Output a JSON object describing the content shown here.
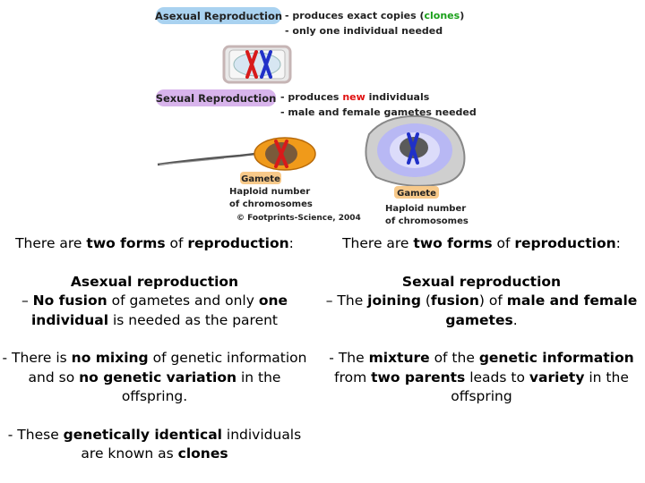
{
  "diagram": {
    "asexual_label": "Asexual Reproduction",
    "asexual_point1_pre": "- produces exact copies (",
    "asexual_point1_highlight": "clones",
    "asexual_point1_post": ")",
    "asexual_point2": "- only one individual needed",
    "sexual_label": "Sexual Reproduction",
    "sexual_point1_pre": "- produces ",
    "sexual_point1_highlight": "new",
    "sexual_point1_post": " individuals",
    "sexual_point2": "- male and female gametes needed",
    "sperm_gamete_label": "Gamete",
    "sperm_caption_line1": "Haploid number",
    "sperm_caption_line2": "of chromosomes",
    "copyright": "© Footprints-Science, 2004",
    "egg_gamete_label": "Gamete",
    "egg_caption_line1": "Haploid number",
    "egg_caption_line2": "of chromosomes",
    "colors": {
      "asexual_label_bg": "#a9d2f0",
      "sexual_label_bg": "#d8b4ec",
      "clones_text": "#1aa01a",
      "new_text": "#e01010",
      "gamete_label_bg": "#f7c98a",
      "chromosome_red": "#d81a1a",
      "chromosome_blue": "#2030c8",
      "sperm_orange": "#f09a1a",
      "egg_blue": "#9898f0"
    }
  },
  "left_column": {
    "intro_pre": "There are ",
    "intro_b1": "two forms",
    "intro_mid": " of ",
    "intro_b2": "reproduction",
    "intro_post": ":",
    "heading": "Asexual reproduction",
    "p1_pre": "– ",
    "p1_b1": "No fusion",
    "p1_mid1": " of gametes and only ",
    "p1_b2": "one individual",
    "p1_post": " is needed as the parent",
    "p2_pre": "- There is ",
    "p2_b1": "no mixing",
    "p2_mid1": " of genetic information and so ",
    "p2_b2": "no genetic variation",
    "p2_post": " in the offspring.",
    "p3_pre": "- These ",
    "p3_b1": "genetically identical",
    "p3_mid1": " individuals are known as ",
    "p3_b2": "clones"
  },
  "right_column": {
    "intro_pre": "There are ",
    "intro_b1": "two forms",
    "intro_mid": " of ",
    "intro_b2": "reproduction",
    "intro_post": ":",
    "heading": "Sexual reproduction",
    "p1_pre": "– The ",
    "p1_b1": "joining",
    "p1_mid1": " (",
    "p1_b2": "fusion",
    "p1_mid2": ") of ",
    "p1_b3": "male and female gametes",
    "p1_post": ".",
    "p2_pre": "- The ",
    "p2_b1": "mixture",
    "p2_mid1": " of the ",
    "p2_b2": "genetic information",
    "p2_mid2": " from ",
    "p2_b3": "two parents",
    "p2_mid3": " leads to ",
    "p2_b4": "variety",
    "p2_post": " in the offspring"
  }
}
